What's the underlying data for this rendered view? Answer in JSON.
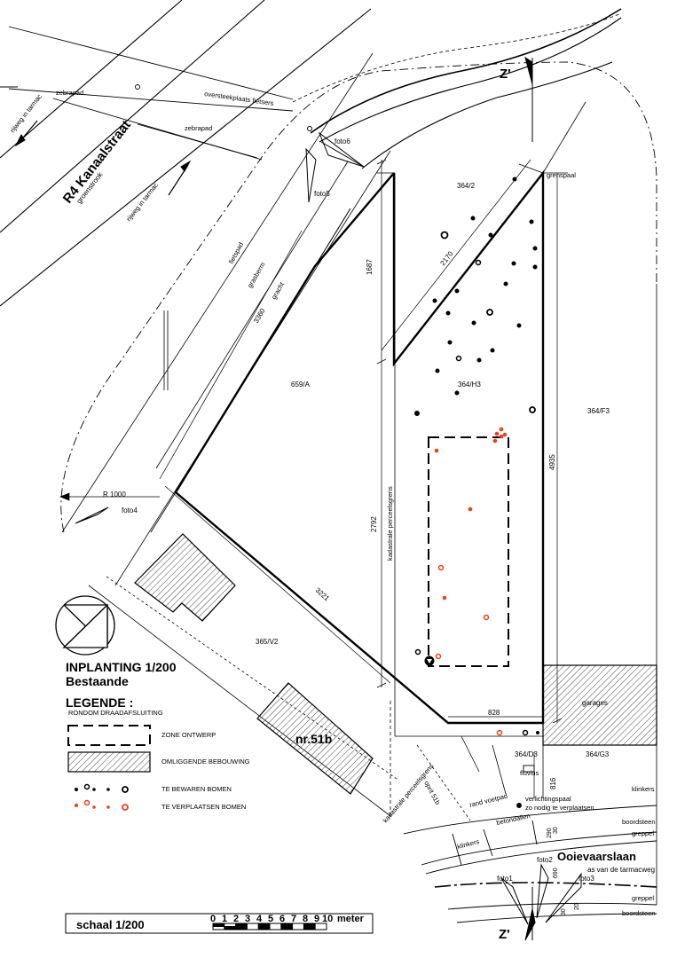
{
  "plan": {
    "title": "INPLANTING 1/200",
    "subtitle": "Bestaande",
    "streets": {
      "kanaalstraat": "R4 Kanaalstraat",
      "kanaalstraat_sub": "groenstrook",
      "ooievaarslaan": "Ooievaarslaan",
      "ooievaarslaan_sub": "as van de tarmacweg"
    },
    "labels": {
      "zebrapad1": "zebrapad",
      "zebrapad2": "zebrapad",
      "oversteek": "oversteekplaats fietsers",
      "rijweg1": "rijweg in tarmac",
      "rijweg2": "rijweg in tarmac",
      "fietspad": "fietspad",
      "grasberm": "grasberm",
      "gracht": "gracht",
      "foto1": "foto1",
      "foto2": "foto2",
      "foto3": "foto3",
      "foto4": "foto4",
      "foto5": "foto5",
      "foto6": "foto6",
      "radius": "R 1000",
      "z_top": "Z'",
      "z_bottom": "Z'",
      "grenspaal": "grenspaal",
      "garages": "garages",
      "fluvius": "fluvius",
      "klinkers1": "klinkers",
      "klinkers2": "klinkers",
      "boordsteen1": "boordsteen",
      "boordsteen2": "boordsteen",
      "greppel1": "greppel",
      "greppel2": "greppel",
      "rand_voetpad": "rand voetpad",
      "betondallen": "betondallen",
      "verlichtingspaal1": "verlichtingspaal",
      "verlichtingspaal2": "zo nodig te verplaatsen",
      "oprit": "oprit 51b",
      "kadastrale1": "kadastrale perceelsgrens",
      "kadastrale2": "kadastrale perceelsgrens",
      "nr51b": "nr.51b"
    },
    "parcels": {
      "p364_2": "364/2",
      "p659A": "659/A",
      "p364H3": "364/H3",
      "p364F3": "364/F3",
      "p365V2": "365/V2",
      "p364D3": "364/D3",
      "p364G3": "364/G3"
    },
    "dims": {
      "d1687": "1687",
      "d2170": "2170",
      "d3360": "3360",
      "d2792": "2792",
      "d3221": "3221",
      "d4935": "4935",
      "d828": "828",
      "d816": "816",
      "d290": "290",
      "d30a": "30",
      "d690": "690",
      "d30b": "30",
      "d20": "20"
    }
  },
  "legend": {
    "heading": "LEGENDE :",
    "fence": "RONDOM DRAADAFSLUITING",
    "zone": "ZONE ONTWERP",
    "buildings": "OMLIGGENDE BEBOUWING",
    "keep_trees": "TE BEWAREN BOMEN",
    "move_trees": "TE VERPLAATSEN BOMEN"
  },
  "scale": {
    "label": "schaal 1/200",
    "numbers": [
      "0",
      "1",
      "2",
      "3",
      "4",
      "5",
      "6",
      "7",
      "8",
      "9",
      "10"
    ],
    "unit": "meter"
  },
  "colors": {
    "line": "#000000",
    "relocate": "#e8401c",
    "hatch": "#555555"
  }
}
